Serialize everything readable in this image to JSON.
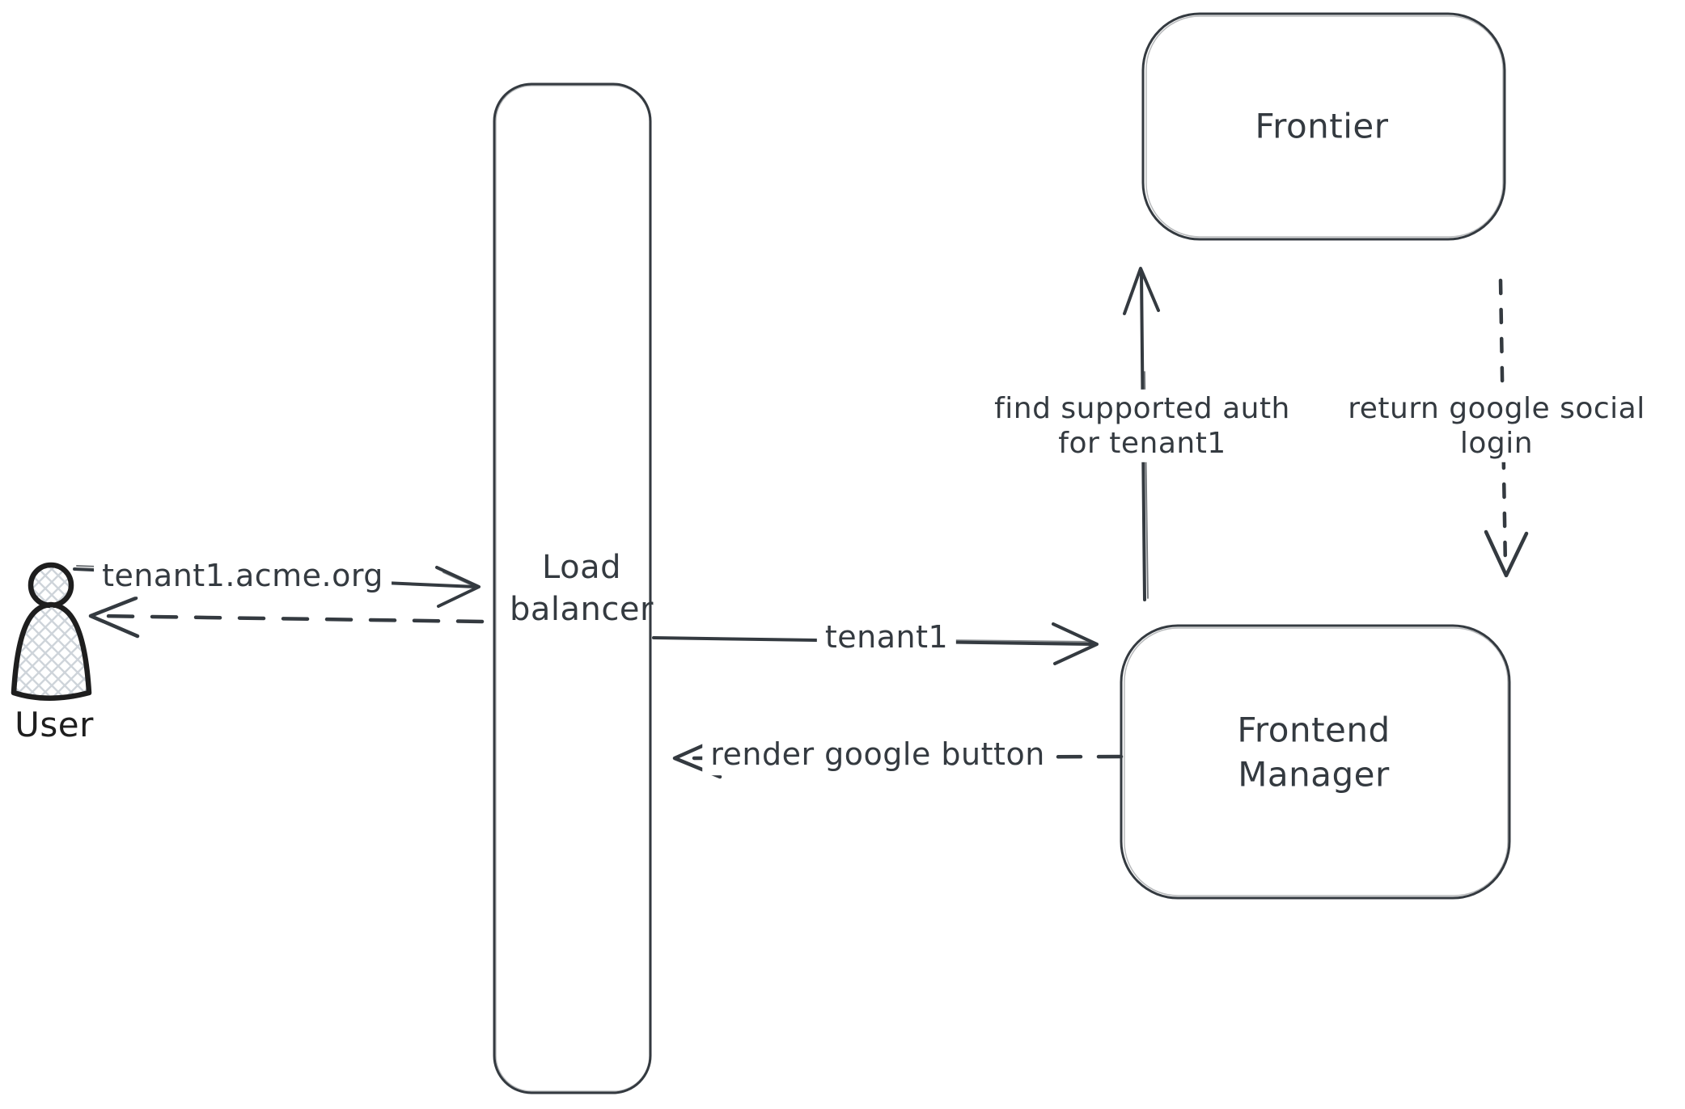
{
  "diagram": {
    "colors": {
      "background": "#ffffff",
      "stroke": "#343a40",
      "user_stroke": "#1e1e1e",
      "hatch_fill": "#ced4da"
    },
    "user": {
      "label": "User"
    },
    "nodes": {
      "load_balancer": {
        "lines": [
          "Load",
          "balancer"
        ]
      },
      "frontier": {
        "lines": [
          "Frontier"
        ]
      },
      "frontend_manager": {
        "lines": [
          "Frontend",
          "Manager"
        ]
      }
    },
    "edges": {
      "user_to_lb": {
        "label": "tenant1.acme.org",
        "style": "solid",
        "from": "User",
        "to": "Load balancer"
      },
      "lb_to_user": {
        "label": "",
        "style": "dashed",
        "from": "Load balancer",
        "to": "User"
      },
      "lb_to_fm": {
        "label": "tenant1",
        "style": "solid",
        "from": "Load balancer",
        "to": "Frontend Manager"
      },
      "fm_to_lb": {
        "label": "render google button",
        "style": "dashed",
        "from": "Frontend Manager",
        "to": "Load balancer"
      },
      "fm_to_frontier": {
        "lines": [
          "find supported auth",
          "for tenant1"
        ],
        "style": "solid",
        "from": "Frontend Manager",
        "to": "Frontier"
      },
      "frontier_to_fm": {
        "lines": [
          "return google social",
          "login"
        ],
        "style": "dashed",
        "from": "Frontier",
        "to": "Frontend Manager"
      }
    }
  }
}
